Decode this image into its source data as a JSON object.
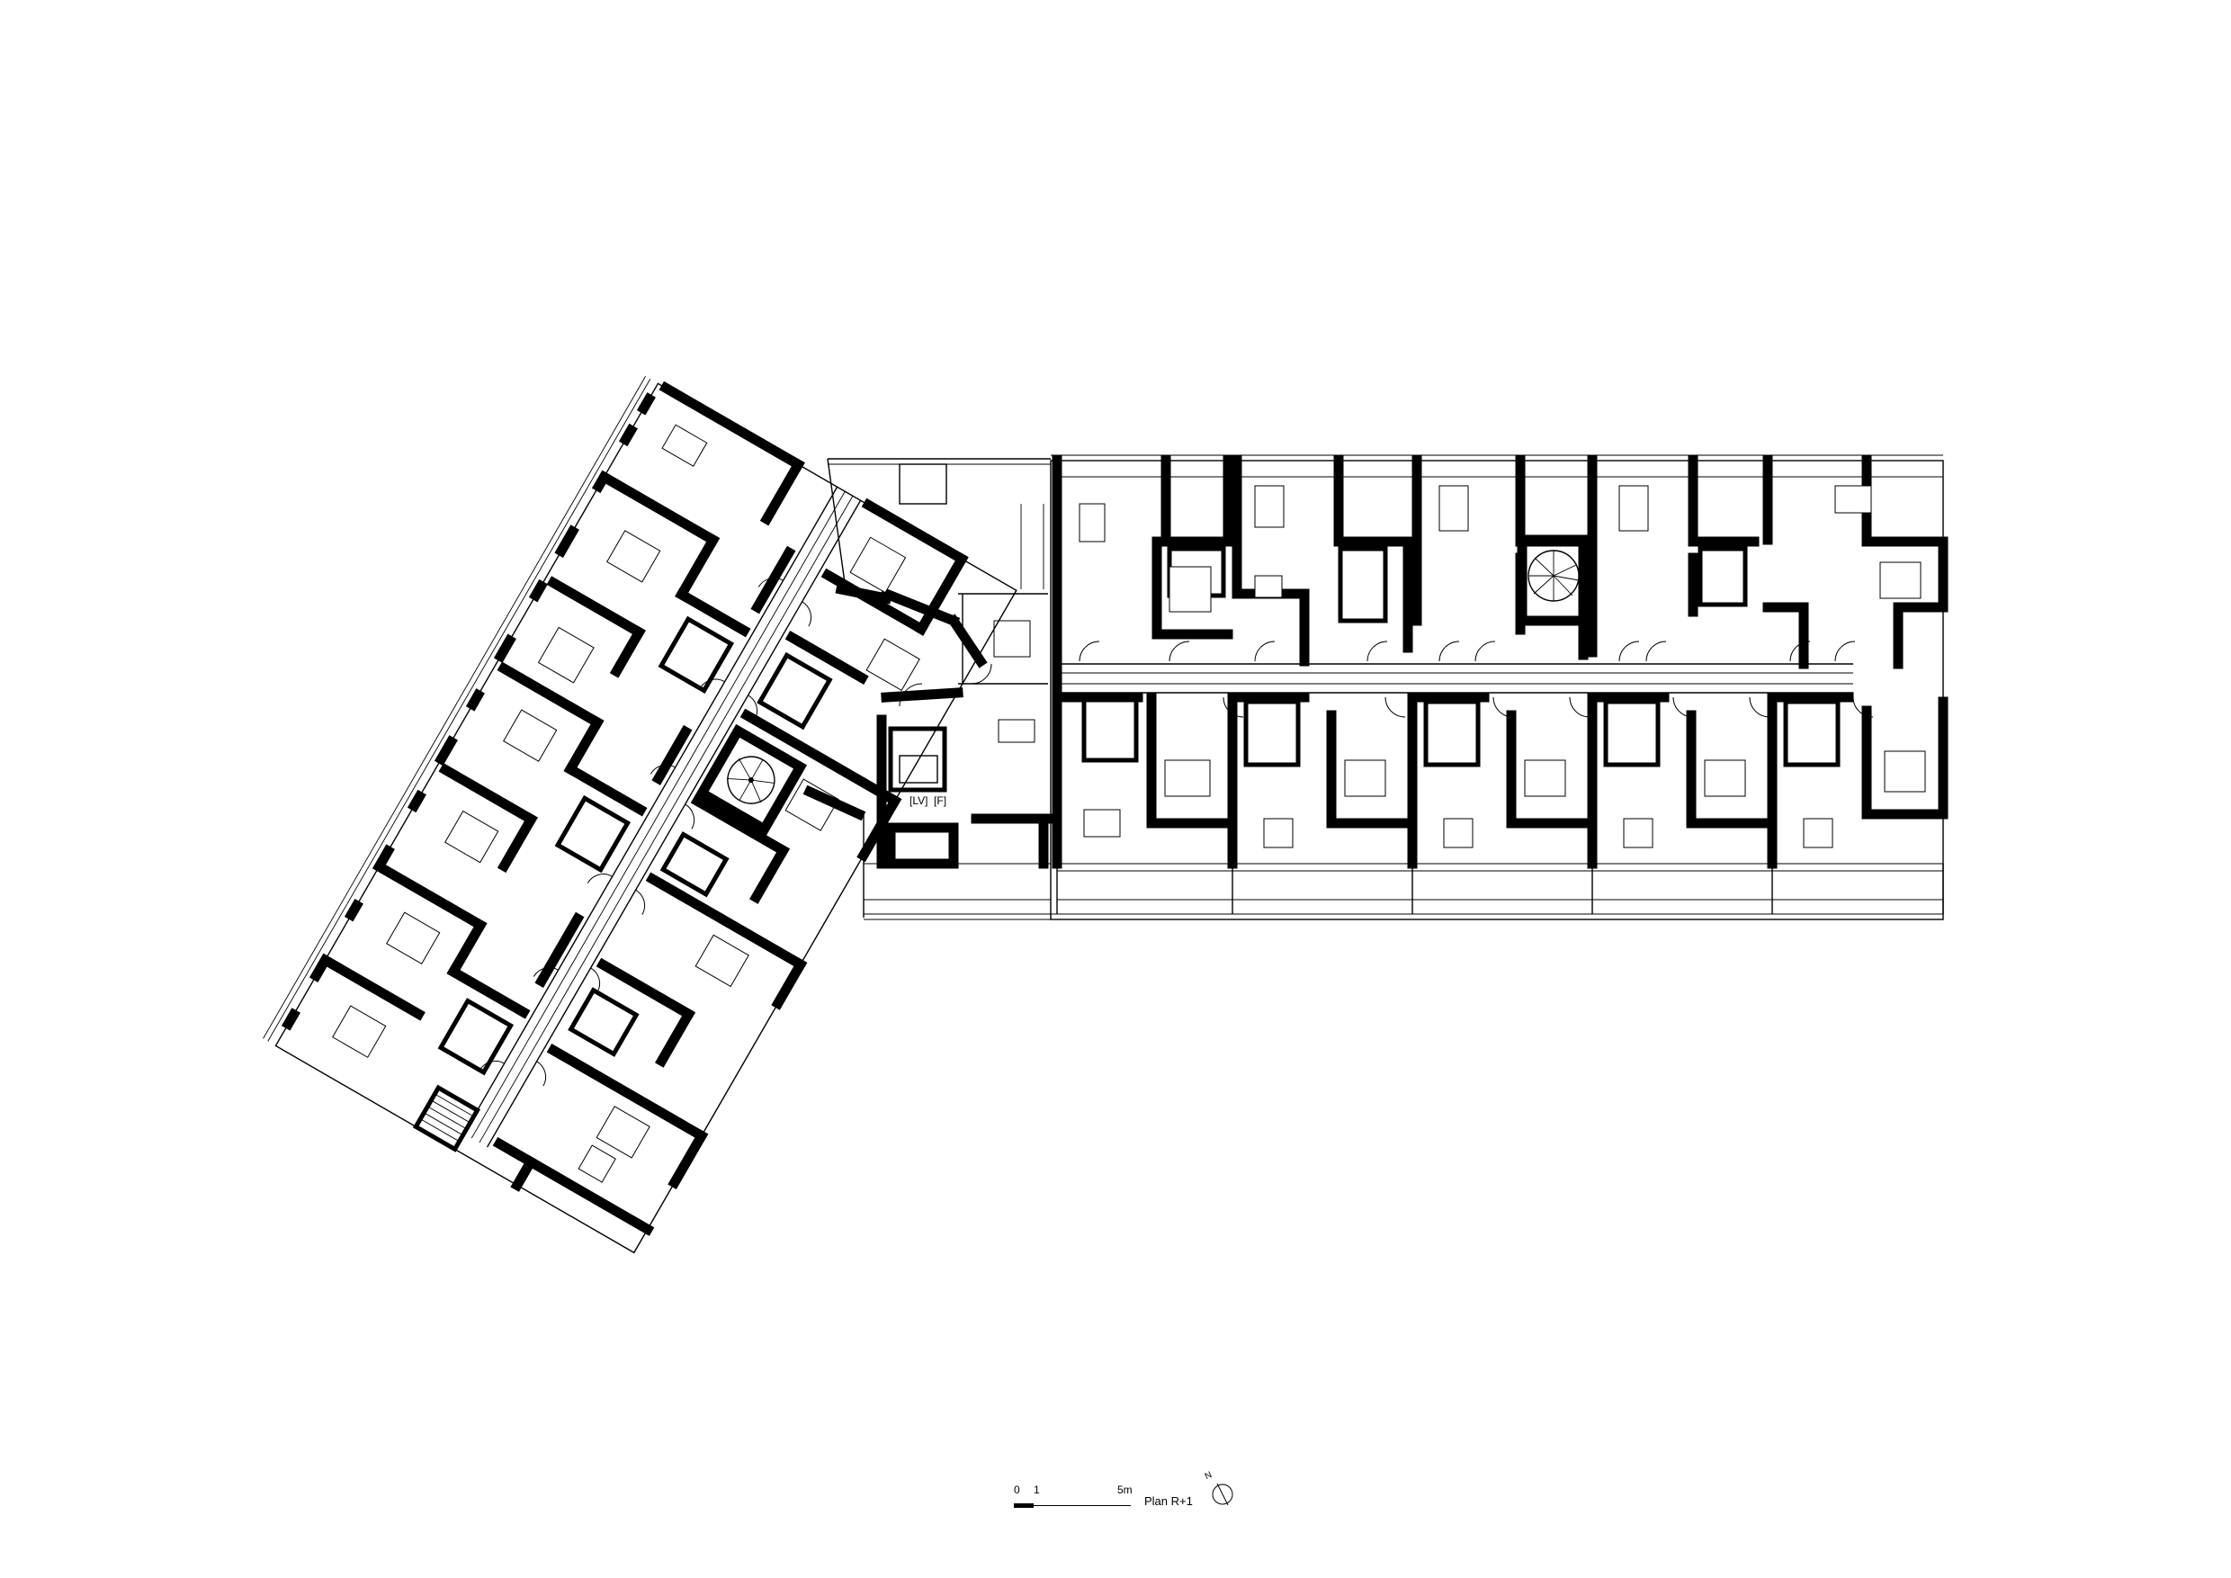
{
  "drawing": {
    "title": "Plan R+1",
    "scale_bar": {
      "tick_start": "0",
      "tick_one": "1",
      "tick_end": "5m"
    },
    "north_label": "N",
    "room_tags": [
      "LV",
      "F"
    ]
  },
  "colors": {
    "ink": "#000000",
    "paper": "#ffffff"
  }
}
